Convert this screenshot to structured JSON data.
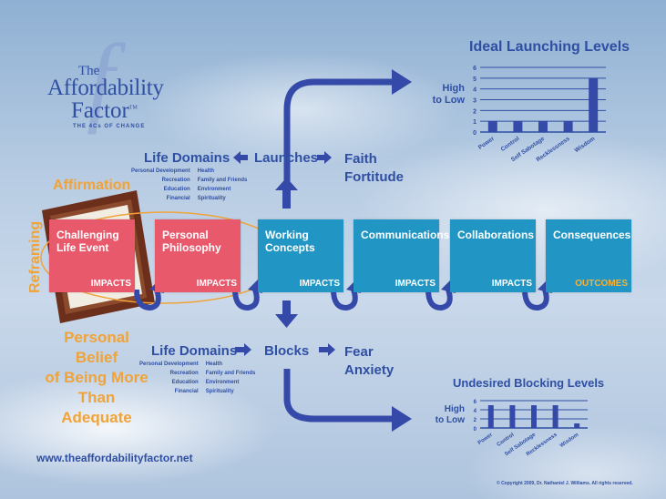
{
  "logo": {
    "the": "The",
    "affordability": "Affordability",
    "factor": "Factor",
    "tm": "TM",
    "subtitle": "THE 4Cs OF CHANGE"
  },
  "side_labels": {
    "affirmation": "Affirmation",
    "reframing": "Reframing",
    "personal_belief": [
      "Personal Belief",
      "of Being More",
      "Than Adequate"
    ]
  },
  "boxes": [
    {
      "title": "Challenging Life Event",
      "bottom": "IMPACTS",
      "color": "#e8596c"
    },
    {
      "title": "Personal Philosophy",
      "bottom": "IMPACTS",
      "color": "#e8596c"
    },
    {
      "title": "Working Concepts",
      "bottom": "IMPACTS",
      "color": "#2196c4"
    },
    {
      "title": "Communications",
      "bottom": "IMPACTS",
      "color": "#2196c4"
    },
    {
      "title": "Collaborations",
      "bottom": "IMPACTS",
      "color": "#2196c4"
    },
    {
      "title": "Consequences",
      "bottom": "OUTCOMES",
      "color": "#2196c4"
    }
  ],
  "upper": {
    "life_domains": "Life Domains",
    "launches": "Launches",
    "faith": "Faith",
    "fortitude": "Fortitude",
    "domains_left": [
      "Personal Development",
      "Recreation",
      "Education",
      "Financial"
    ],
    "domains_right": [
      "Health",
      "Family and Friends",
      "Environment",
      "Spirituality"
    ]
  },
  "lower": {
    "life_domains": "Life Domains",
    "blocks": "Blocks",
    "fear": "Fear",
    "anxiety": "Anxiety",
    "domains_left": [
      "Personal Development",
      "Recreation",
      "Education",
      "Financial"
    ],
    "domains_right": [
      "Health",
      "Family and Friends",
      "Environment",
      "Spirituality"
    ]
  },
  "chart_data": [
    {
      "type": "bar",
      "title": "Ideal Launching Levels",
      "ylabel": "High to Low",
      "ylabel_lines": [
        "High",
        "to Low"
      ],
      "categories": [
        "Power",
        "Control",
        "Self Sabotage",
        "Recklessness",
        "Wisdom"
      ],
      "values": [
        1,
        1,
        1,
        1,
        5
      ],
      "yticks": [
        0,
        1,
        2,
        3,
        4,
        5,
        6
      ],
      "ylim": [
        0,
        6
      ],
      "grid": true
    },
    {
      "type": "bar",
      "title": "Undesired Blocking Levels",
      "ylabel": "High to Low",
      "ylabel_lines": [
        "High",
        "to Low"
      ],
      "categories": [
        "Power",
        "Control",
        "Self Sabotage",
        "Recklessness",
        "Wisdom"
      ],
      "values": [
        5,
        5,
        5,
        5,
        1
      ],
      "yticks": [
        0,
        2,
        4,
        6
      ],
      "ylim": [
        0,
        6
      ],
      "grid": true
    }
  ],
  "footer": {
    "url": "www.theaffordabilityfactor.net",
    "copyright": "© Copyright 2009, Dr. Nathaniel J. Williams. All rights reserved."
  },
  "colors": {
    "brand_blue": "#2f4fa3",
    "accent_orange": "#f0a339",
    "pink_box": "#e8596c",
    "teal_box": "#2196c4",
    "frame_brown": "#6b2f1c"
  }
}
